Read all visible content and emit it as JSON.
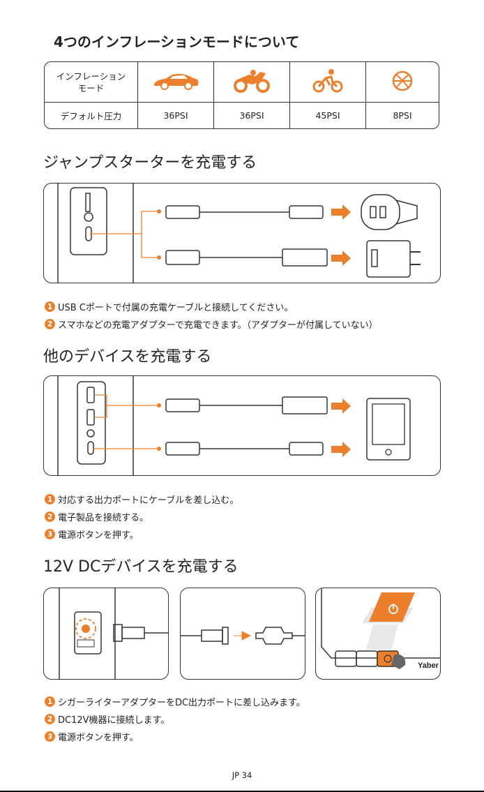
{
  "section1": {
    "title": "4つのインフレーションモードについて",
    "row1_label": "インフレーションモード",
    "row2_label": "デフォルト圧力",
    "modes": [
      {
        "icon": "car-icon",
        "pressure": "36PSI"
      },
      {
        "icon": "motorcycle-icon",
        "pressure": "36PSI"
      },
      {
        "icon": "bicycle-icon",
        "pressure": "45PSI"
      },
      {
        "icon": "basketball-icon",
        "pressure": "8PSI"
      }
    ]
  },
  "section2": {
    "title": "ジャンプスターターを充電する",
    "steps": [
      {
        "num": "1",
        "text": "USB Cポートで付属の充電ケーブルと接続してください。"
      },
      {
        "num": "2",
        "text": "スマホなどの充電アダプターで充電できます。（アダプターが付属していない）"
      }
    ]
  },
  "section3": {
    "title": "他のデバイスを充電する",
    "steps": [
      {
        "num": "1",
        "text": "対応する出力ポートにケーブルを差し込む。"
      },
      {
        "num": "2",
        "text": "電子製品を接続する。"
      },
      {
        "num": "3",
        "text": "電源ボタンを押す。"
      }
    ]
  },
  "section4": {
    "title": "12V DCデバイスを充電する",
    "brand_label": "Yaber",
    "steps": [
      {
        "num": "1",
        "text": "シガーライターアダプターをDC出力ポートに差し込みます。"
      },
      {
        "num": "2",
        "text": "DC12V機器に接続します。"
      },
      {
        "num": "3",
        "text": "電源ボタンを押す。"
      }
    ]
  },
  "footer": {
    "page": "JP 34"
  },
  "colors": {
    "accent": "#ec7f2b",
    "line": "#333333"
  }
}
